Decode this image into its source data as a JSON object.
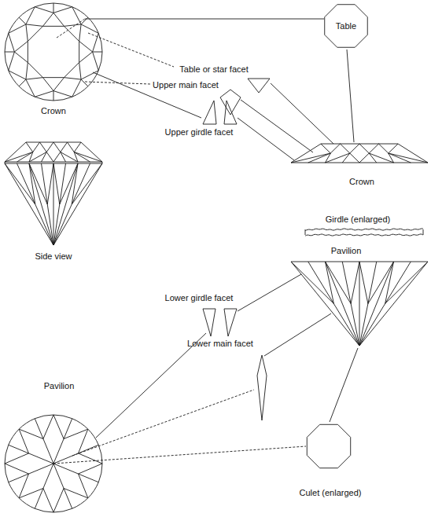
{
  "diagram": {
    "nodes": [
      {
        "text": [
          "Table"
        ]
      }
    ],
    "labels": [
      "Table or star facet",
      "Upper main facet",
      "Crown",
      "Upper girdle facet",
      "Crown",
      "Girdle (enlarged)",
      "Pavilion",
      "Side view",
      "Lower girdle facet",
      "Lower main facet",
      "Pavilion",
      "Culet (enlarged)"
    ]
  }
}
